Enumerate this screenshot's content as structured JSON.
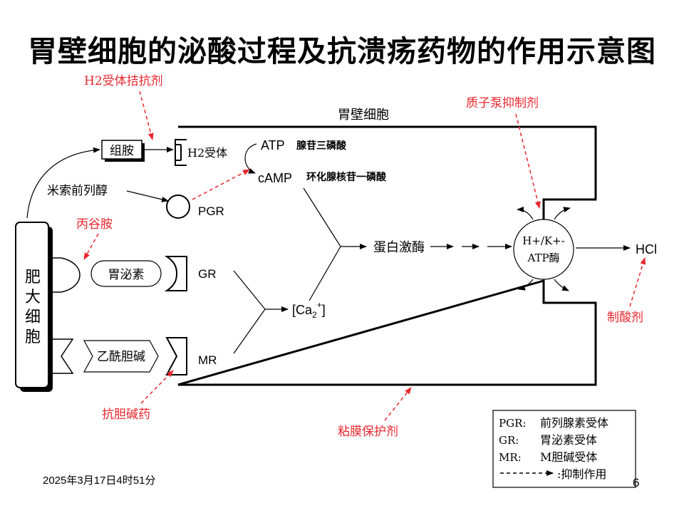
{
  "title": "胃壁细胞的泌酸过程及抗溃疡药物的作用示意图",
  "labels": {
    "h2_antagonist": "H2受体拮抗剂",
    "parietal_cell": "胃壁细胞",
    "ppi": "质子泵抑制剂",
    "histamine": "组胺",
    "h2_receptor": "H2受体",
    "atp": "ATP",
    "atp_cn": "腺苷三磷酸",
    "camp": "cAMP",
    "camp_cn": "环化腺核苷一磷酸",
    "misoprostol": "米索前列醇",
    "pgr": "PGR",
    "proglumide": "丙谷胺",
    "gastrin": "胃泌素",
    "gr": "GR",
    "protein_kinase": "蛋白激酶",
    "pump_line1": "H+/K+-",
    "pump_line2": "ATP酶",
    "hcl": "HCl",
    "ca_main": "[Ca",
    "ca_sub": "2",
    "ca_sup": "+",
    "ca_close": "]",
    "mast_cell": [
      "肥",
      "大",
      "细",
      "胞"
    ],
    "acetylcholine": "乙酰胆碱",
    "mr": "MR",
    "antacid": "制酸剂",
    "anticholinergic": "抗胆碱药",
    "mucosal_protector": "粘膜保护剂"
  },
  "legend": {
    "items": [
      {
        "key": "PGR:",
        "text": "前列腺素受体"
      },
      {
        "key": "GR:",
        "text": "胃泌素受体"
      },
      {
        "key": "MR:",
        "text": "M胆碱受体"
      }
    ],
    "inhibition_text": ":抑制作用"
  },
  "footer": {
    "date": "2025年3月17日4时51分",
    "page": "6"
  },
  "colors": {
    "inhibition": "#e8262d",
    "line": "#000000"
  }
}
